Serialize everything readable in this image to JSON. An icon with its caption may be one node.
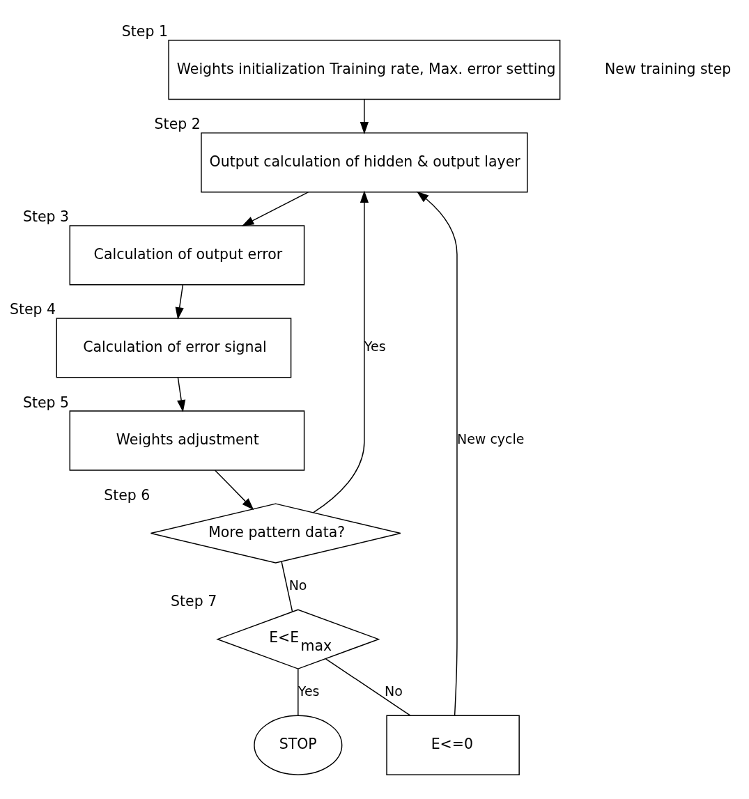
{
  "diagram": {
    "nodes": [
      {
        "text": [
          "Weights initialization Training rate, Max. error setting"
        ],
        "beside": [
          "Step 1"
        ]
      },
      {
        "text": [
          "Output calculation of hidden & output layer"
        ],
        "beside": [
          "Step 2"
        ]
      },
      {
        "text": [
          "Calculation of output error"
        ],
        "beside": [
          "Step 3"
        ]
      },
      {
        "text": [
          "Calculation of error signal"
        ],
        "beside": [
          "Step 4"
        ]
      },
      {
        "text": [
          "Weights adjustment"
        ],
        "beside": [
          "Step 5"
        ]
      },
      {
        "text": [
          "More pattern data?"
        ],
        "beside": [
          "Step 6"
        ]
      },
      {
        "text": [
          "E<E$_{max}$"
        ],
        "beside": [
          "Step 7"
        ]
      },
      {
        "text": [
          "E<=0"
        ]
      },
      {
        "text": [
          "STOP"
        ]
      }
    ],
    "edges": [
      {
        "from": 0,
        "to": 1,
        "arrow": "to"
      },
      {
        "from": 1,
        "to": 2,
        "arrow": "to"
      },
      {
        "from": 2,
        "to": 3,
        "arrow": "to"
      },
      {
        "from": 3,
        "to": 4,
        "arrow": "to"
      },
      {
        "from": 4,
        "to": 5,
        "arrow": "to"
      },
      {
        "from": 5,
        "to": 1,
        "label": "Yes",
        "arrow": "to"
      },
      {
        "from": 5,
        "to": 6,
        "label": "No",
        "arrow": "none"
      },
      {
        "from": 6,
        "to": 7,
        "label": "No",
        "arrow": "none"
      },
      {
        "from": 6,
        "to": 8,
        "label": "Yes",
        "arrow": "none"
      },
      {
        "from": 7,
        "to": 1,
        "label": "New cycle",
        "arrow": "to"
      }
    ],
    "labels": [
      "New training step"
    ]
  }
}
